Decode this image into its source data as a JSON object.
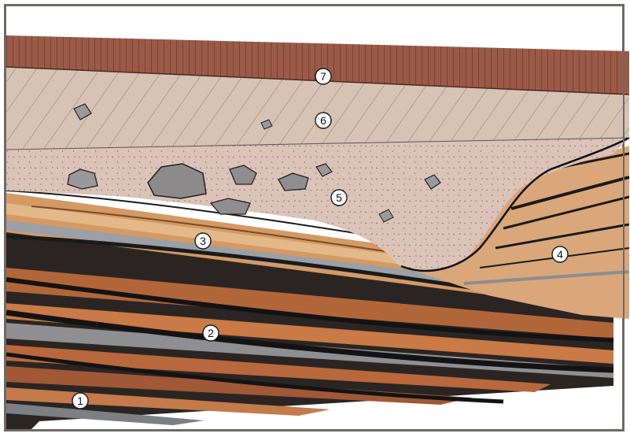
{
  "figure": {
    "type": "geological cross-section illustration",
    "layers": [
      {
        "id": "1",
        "color_hint": "#2a2522"
      },
      {
        "id": "2",
        "color_hint": "#b1663a"
      },
      {
        "id": "3",
        "color_hint": "#c98f5b"
      },
      {
        "id": "4",
        "color_hint": "#d8a57a"
      },
      {
        "id": "5",
        "color_hint": "#dbc1b5"
      },
      {
        "id": "6",
        "color_hint": "#d6c2b2"
      },
      {
        "id": "7",
        "color_hint": "#8a4e3d"
      }
    ],
    "labels": {
      "l1": "1",
      "l2": "2",
      "l3": "3",
      "l4": "4",
      "l5": "5",
      "l6": "6",
      "l7": "7"
    }
  }
}
